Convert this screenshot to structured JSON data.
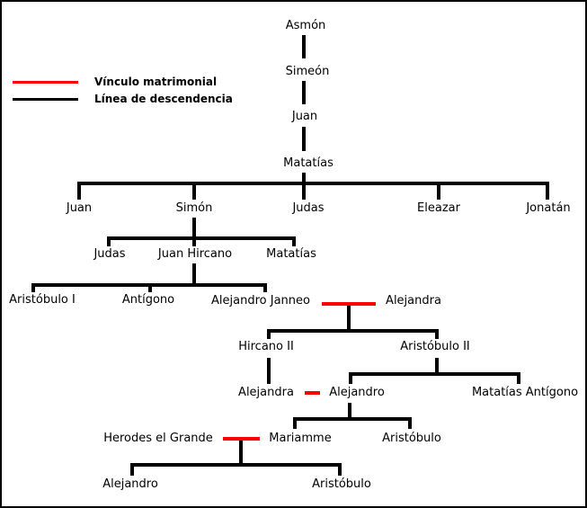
{
  "palette": {
    "marriage_line": "#ff0000",
    "descent_line": "#000000",
    "background": "#ffffff",
    "text": "#000000"
  },
  "legend": {
    "marriage": {
      "label": "Vínculo matrimonial",
      "color": "#ff0000"
    },
    "descent": {
      "label": "Línea de descendencia",
      "color": "#000000"
    }
  },
  "tree": {
    "nodes": [
      {
        "id": "asmon",
        "label": "Asmón"
      },
      {
        "id": "simeon",
        "label": "Simeón"
      },
      {
        "id": "juan-1",
        "label": "Juan"
      },
      {
        "id": "matatias-1",
        "label": "Matatías"
      },
      {
        "id": "juan-2",
        "label": "Juan"
      },
      {
        "id": "simon",
        "label": "Simón"
      },
      {
        "id": "judas-1",
        "label": "Judas"
      },
      {
        "id": "eleazar",
        "label": "Eleazar"
      },
      {
        "id": "jonatan",
        "label": "Jonatán"
      },
      {
        "id": "judas-2",
        "label": "Judas"
      },
      {
        "id": "juan-hircano",
        "label": "Juan Hircano"
      },
      {
        "id": "matatias-2",
        "label": "Matatías"
      },
      {
        "id": "aristobulo-i",
        "label": "Aristóbulo I"
      },
      {
        "id": "antigono",
        "label": "Antígono"
      },
      {
        "id": "alejandro-janneo",
        "label": "Alejandro Janneo"
      },
      {
        "id": "alejandra-1",
        "label": "Alejandra"
      },
      {
        "id": "hircano-ii",
        "label": "Hircano II"
      },
      {
        "id": "aristobulo-ii",
        "label": "Aristóbulo II"
      },
      {
        "id": "alejandra-2",
        "label": "Alejandra"
      },
      {
        "id": "alejandro-1",
        "label": "Alejandro"
      },
      {
        "id": "matatias-antigono",
        "label": "Matatías Antígono"
      },
      {
        "id": "herodes-el-grande",
        "label": "Herodes el Grande"
      },
      {
        "id": "mariamme",
        "label": "Mariamme"
      },
      {
        "id": "aristobulo-1",
        "label": "Aristóbulo"
      },
      {
        "id": "alejandro-2",
        "label": "Alejandro"
      },
      {
        "id": "aristobulo-2",
        "label": "Aristóbulo"
      }
    ],
    "marriages": [
      {
        "between": [
          "Alejandro Janneo",
          "Alejandra"
        ]
      },
      {
        "between": [
          "Alejandra",
          "Alejandro"
        ]
      },
      {
        "between": [
          "Herodes el Grande",
          "Mariamme"
        ]
      }
    ],
    "descents": [
      {
        "parent": "Asmón",
        "children": [
          "Simeón"
        ]
      },
      {
        "parent": "Simeón",
        "children": [
          "Juan"
        ]
      },
      {
        "parent": "Juan",
        "children": [
          "Matatías"
        ]
      },
      {
        "parent": "Matatías",
        "children": [
          "Juan",
          "Simón",
          "Judas",
          "Eleazar",
          "Jonatán"
        ]
      },
      {
        "parent": "Simón",
        "children": [
          "Judas",
          "Juan Hircano",
          "Matatías"
        ]
      },
      {
        "parent": "Juan Hircano",
        "children": [
          "Aristóbulo I",
          "Antígono",
          "Alejandro Janneo"
        ]
      },
      {
        "parent": "Alejandro Janneo + Alejandra",
        "children": [
          "Hircano II",
          "Aristóbulo II"
        ]
      },
      {
        "parent": "Hircano II",
        "children": [
          "Alejandra"
        ]
      },
      {
        "parent": "Aristóbulo II",
        "children": [
          "Alejandro",
          "Matatías Antígono"
        ]
      },
      {
        "parent": "Alejandra + Alejandro",
        "children": [
          "Mariamme",
          "Aristóbulo"
        ]
      },
      {
        "parent": "Herodes el Grande + Mariamme",
        "children": [
          "Alejandro",
          "Aristóbulo"
        ]
      }
    ]
  }
}
